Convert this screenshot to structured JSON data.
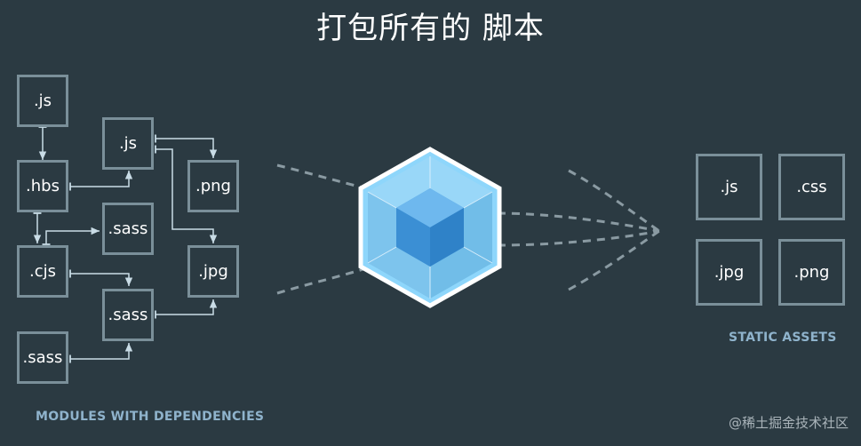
{
  "title": "打包所有的 脚本",
  "modules": {
    "caption": "MODULES WITH DEPENDENCIES",
    "items": [
      ".js",
      ".hbs",
      ".cjs",
      ".sass",
      ".js",
      ".sass",
      ".sass",
      ".png",
      ".jpg"
    ]
  },
  "assets": {
    "caption": "STATIC ASSETS",
    "items": [
      ".js",
      ".css",
      ".jpg",
      ".png"
    ]
  },
  "watermark": "@稀土掘金技术社区",
  "colors": {
    "background": "#2b3a42",
    "box_border": "#7a8f99",
    "arrow": "#c9dce6",
    "caption": "#8fb3cc",
    "cube_outer": "#8ed6fb",
    "cube_inner": "#1c78c0"
  },
  "icons": [
    "webpack-cube-icon"
  ]
}
